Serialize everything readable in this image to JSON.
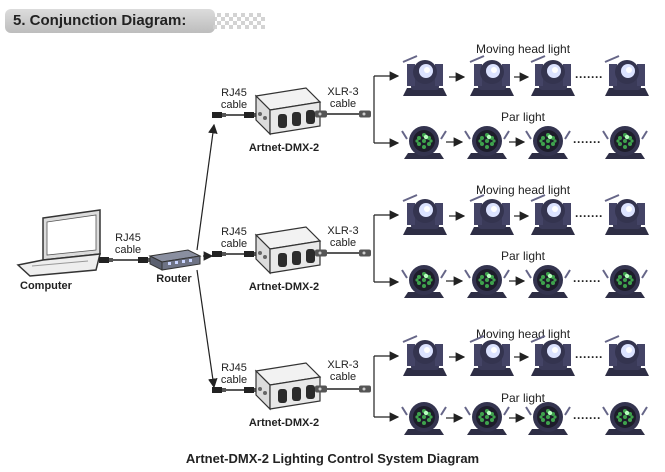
{
  "section": {
    "title": "5. Conjunction Diagram:"
  },
  "diagram": {
    "computer_label": "Computer",
    "router_label": "Router",
    "rj45_line1": "RJ45",
    "rj45_line2": "cable",
    "xlr_line1": "XLR-3",
    "xlr_line2": "cable",
    "device_label": "Artnet-DMX-2",
    "moving_head_label": "Moving head light",
    "par_label": "Par light",
    "dots": "·······"
  },
  "caption": "Artnet-DMX-2 Lighting Control System Diagram",
  "colors": {
    "ink": "#222222",
    "fixture": "#34344f",
    "beam": "#dce3ff",
    "led": "#3fa34d"
  }
}
